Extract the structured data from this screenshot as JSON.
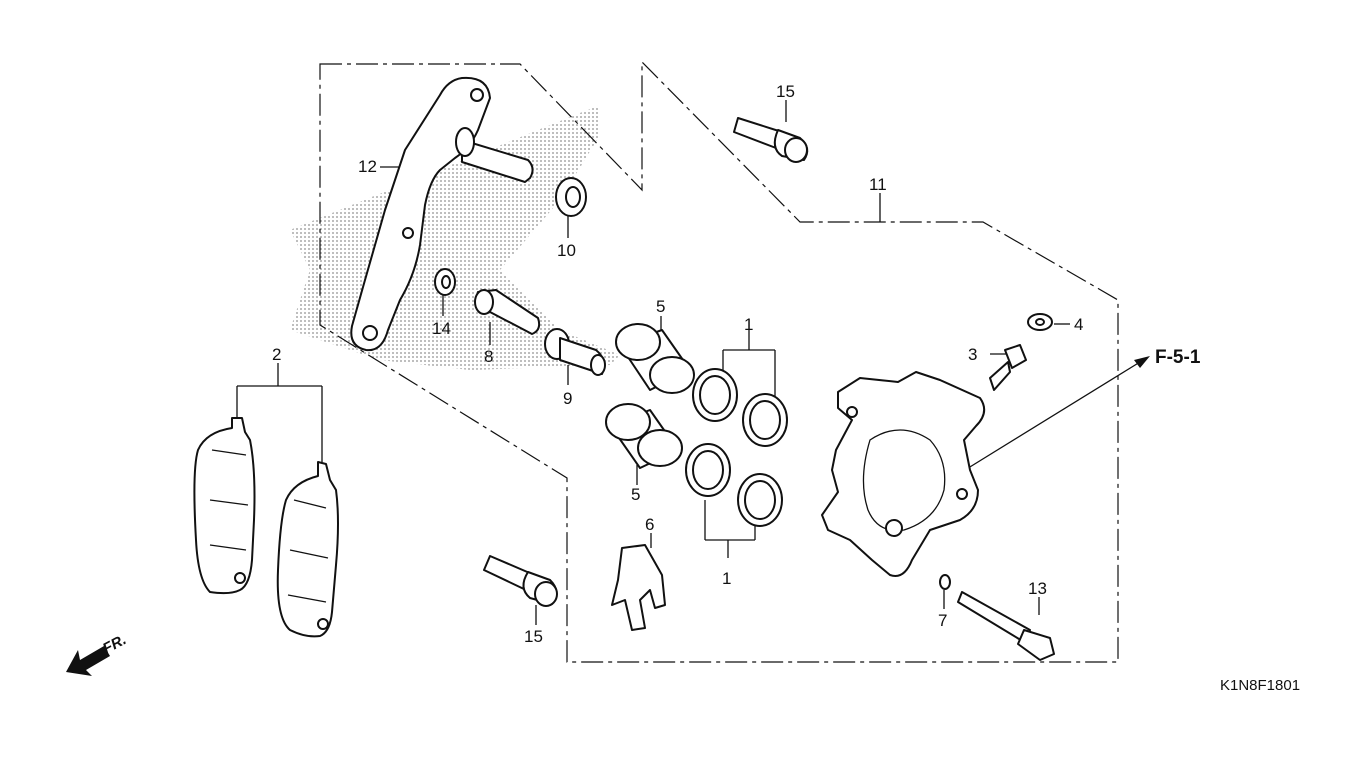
{
  "diagram": {
    "labels": {
      "p1_top": "1",
      "p1_bottom": "1",
      "p2": "2",
      "p3": "3",
      "p4": "4",
      "p5_top": "5",
      "p5_bottom": "5",
      "p6": "6",
      "p7": "7",
      "p8": "8",
      "p9": "9",
      "p10": "10",
      "p11": "11",
      "p12": "12",
      "p13": "13",
      "p14": "14",
      "p15_top": "15",
      "p15_bottom": "15"
    },
    "reference": "F-5-1",
    "direction": "FR.",
    "drawing_code": "K1N8F1801"
  }
}
